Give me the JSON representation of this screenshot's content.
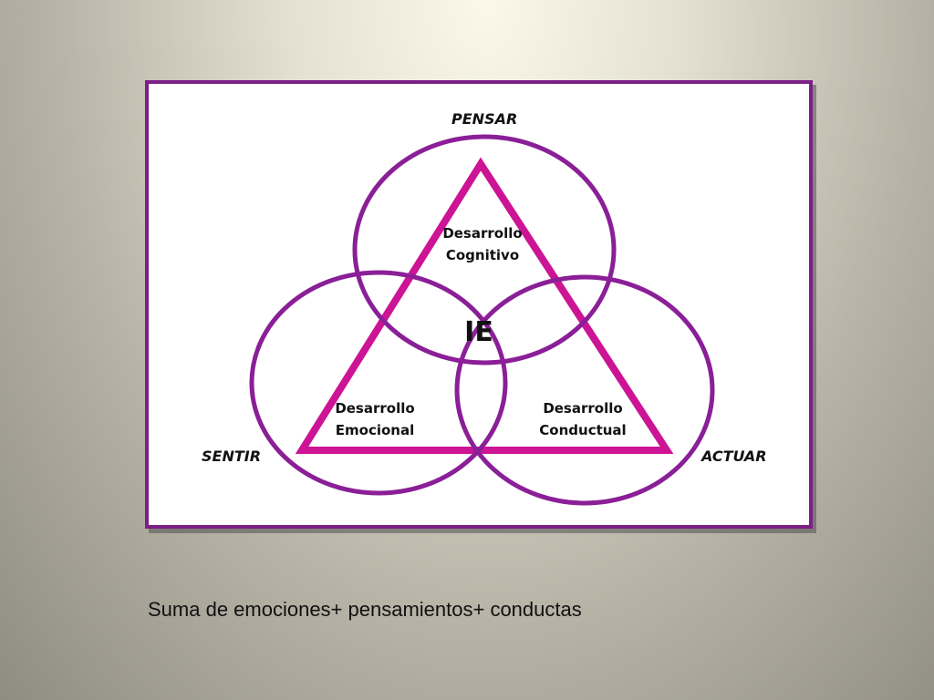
{
  "diagram": {
    "nodes": {
      "top": "PENSAR",
      "left": "SENTIR",
      "right": "ACTUAR",
      "center": "IE"
    },
    "regions": {
      "cognitive": [
        "Desarrollo",
        "Cognitivo"
      ],
      "emotional": [
        "Desarrollo",
        "Emocional"
      ],
      "behavioral": [
        "Desarrollo",
        "Conductual"
      ]
    },
    "colors": {
      "circles": "#8a1f97",
      "triangle": "#cc1494",
      "frame": "#7c1f86"
    }
  },
  "caption": "Suma de emociones+ pensamientos+ conductas"
}
